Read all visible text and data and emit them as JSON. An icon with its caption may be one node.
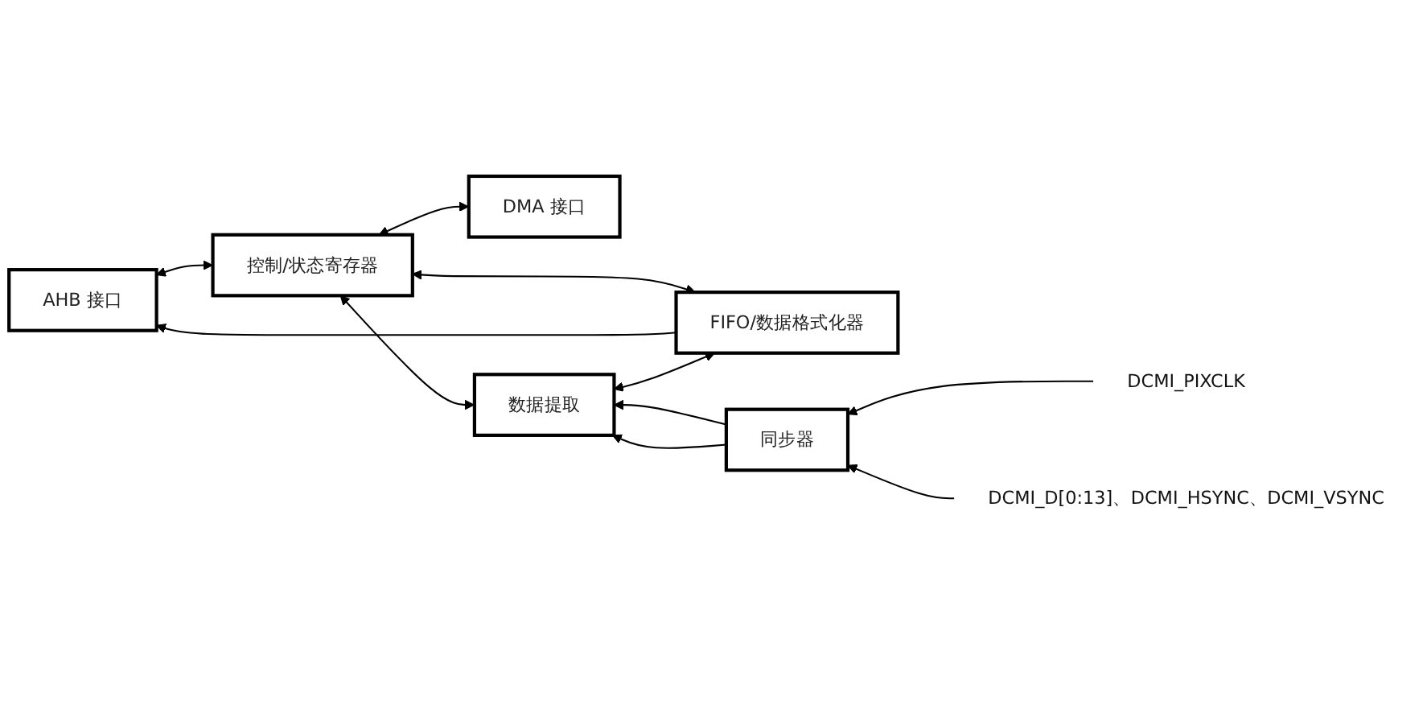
{
  "diagram": {
    "nodes": [
      {
        "text": [
          "DMA 接口"
        ]
      },
      {
        "text": [
          "控制/状态寄存器"
        ]
      },
      {
        "text": [
          "AHB 接口"
        ]
      },
      {
        "text": [
          "FIFO/数据格式化器"
        ]
      },
      {
        "text": [
          "数据提取"
        ]
      },
      {
        "text": [
          "同步器"
        ]
      },
      {
        "text": [
          "DCMI_PIXCLK"
        ]
      },
      {
        "text": [
          "DCMI_D[0:13]、DCMI_HSYNC、DCMI_VSYNC"
        ]
      }
    ],
    "edges": [
      {
        "from": 0,
        "to": 1,
        "arrow": "both"
      },
      {
        "from": 1,
        "to": 2,
        "arrow": "both"
      },
      {
        "from": 3,
        "to": 1,
        "arrow": "both"
      },
      {
        "from": 4,
        "to": 1,
        "arrow": "both"
      },
      {
        "from": 3,
        "to": 2,
        "arrow": "to"
      },
      {
        "from": 3,
        "to": 4,
        "arrow": "both"
      },
      {
        "from": 5,
        "to": 4,
        "arrow": "to"
      },
      {
        "from": 5,
        "to": 4,
        "arrow": "to"
      },
      {
        "from": 6,
        "to": 5,
        "arrow": "to"
      },
      {
        "from": 7,
        "to": 5,
        "arrow": "to"
      }
    ]
  }
}
